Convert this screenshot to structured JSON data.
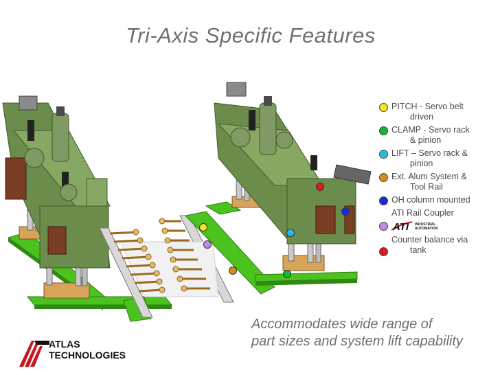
{
  "slide": {
    "title": "Tri-Axis Specific Features",
    "tagline_line1": "Accommodates wide range of",
    "tagline_line2": "part sizes and system lift capability"
  },
  "legend": {
    "items": [
      {
        "line1": "PITCH - Servo belt",
        "line2": "driven",
        "color": "#f5e31c"
      },
      {
        "line1": "CLAMP -  Servo rack",
        "line2": "& pinion",
        "color": "#19b33a"
      },
      {
        "line1": "LIFT – Servo rack &",
        "line2": "pinion",
        "color": "#2eb8e6"
      },
      {
        "line1": "Ext. Alum System &",
        "line2": "Tool Rail",
        "color": "#d98a1e"
      },
      {
        "line1": "OH column  mounted",
        "line2": "",
        "color": "#1a2bd6"
      },
      {
        "line1": "ATI Rail Coupler",
        "line2": "",
        "color": "#c08be0"
      },
      {
        "line1": "Counter balance via",
        "line2": "tank",
        "color": "#e01818"
      }
    ]
  },
  "ati_logo": {
    "letters": "ATI",
    "line1": "INDUSTRIAL",
    "line2": "AUTOMATION"
  },
  "brand": {
    "line1": "ATLAS",
    "line2": "TECHNOLOGIES"
  },
  "colors": {
    "machine_green": "#6b8c4a",
    "rail_green": "#4cc21f",
    "title_gray": "#6f6f6f",
    "brand_red": "#c8161d"
  }
}
